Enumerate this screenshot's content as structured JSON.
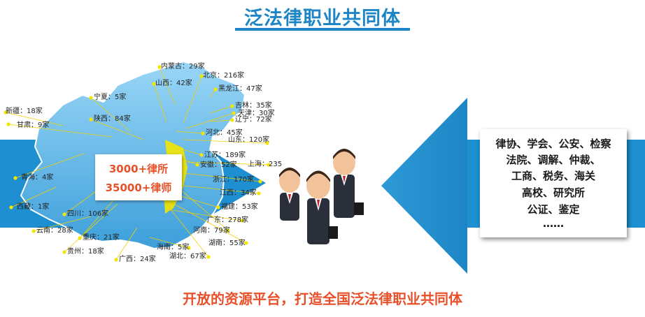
{
  "title": "泛法律职业共同体",
  "stats": {
    "firms": "3000+律所",
    "lawyers": "35000+律师"
  },
  "regions": [
    {
      "id": "neimenggu",
      "text": "内蒙古：29家"
    },
    {
      "id": "beijing",
      "text": "北京：216家"
    },
    {
      "id": "shanxi",
      "text": "山西：42家"
    },
    {
      "id": "heilongjiang",
      "text": "黑龙江：47家"
    },
    {
      "id": "ningxia",
      "text": "宁夏：5家"
    },
    {
      "id": "xinjiang",
      "text": "新疆：18家"
    },
    {
      "id": "shaanxi",
      "text": "陕西：84家"
    },
    {
      "id": "gansu",
      "text": "甘肃：9家"
    },
    {
      "id": "jilin",
      "text": "吉林：35家"
    },
    {
      "id": "tianjin",
      "text": "天津：30家"
    },
    {
      "id": "liaoning",
      "text": "辽宁：72家"
    },
    {
      "id": "hebei",
      "text": "河北：45家"
    },
    {
      "id": "shandong",
      "text": "山东：120家"
    },
    {
      "id": "jiangsu",
      "text": "江苏：189家"
    },
    {
      "id": "anhui",
      "text": "安徽：52家"
    },
    {
      "id": "shanghai",
      "text": "上海：235"
    },
    {
      "id": "qinghai",
      "text": "青海：4家"
    },
    {
      "id": "zhejiang",
      "text": "浙江：170家"
    },
    {
      "id": "jiangxi",
      "text": "江西：34家"
    },
    {
      "id": "xizang",
      "text": "西藏：1家"
    },
    {
      "id": "sichuan",
      "text": "四川：106家"
    },
    {
      "id": "fujian",
      "text": "福建：53家"
    },
    {
      "id": "guangdong",
      "text": "广东：278家"
    },
    {
      "id": "yunnan",
      "text": "云南：28家"
    },
    {
      "id": "henan",
      "text": "河南：79家"
    },
    {
      "id": "chongqing",
      "text": "重庆：21家"
    },
    {
      "id": "hunan",
      "text": "湖南：55家"
    },
    {
      "id": "guizhou",
      "text": "贵州：18家"
    },
    {
      "id": "hainan",
      "text": "海南：5家"
    },
    {
      "id": "guangxi",
      "text": "广西：24家"
    },
    {
      "id": "hubei",
      "text": "湖北：67家"
    }
  ],
  "partners": [
    "律协、学会、公安、检察",
    "法院、调解、仲裁、",
    "工商、税务、海关",
    "高校、研究所",
    "公证、鉴定",
    "……"
  ],
  "slogan": "开放的资源平台，打造全国泛法律职业共同体",
  "colors": {
    "brand_blue": "#1e86c6",
    "accent_orange": "#e8502a",
    "map_blue": "#5fb6e8",
    "dot_yellow": "#f2e600"
  }
}
